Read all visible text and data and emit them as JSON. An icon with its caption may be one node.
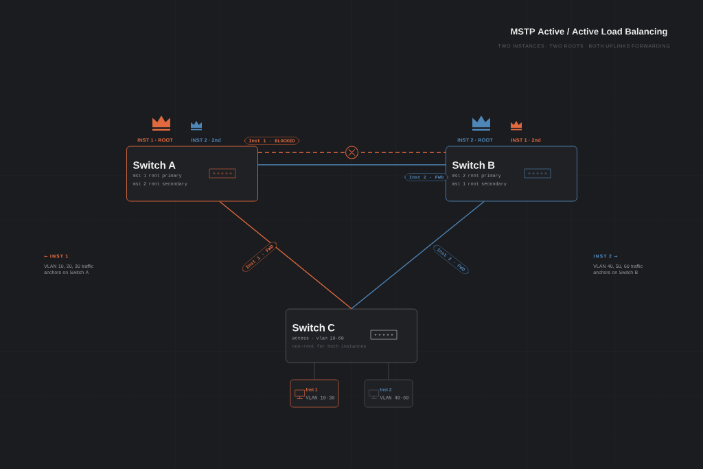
{
  "diagram": {
    "title": "MSTP Active / Active Load Balancing",
    "nodes": [
      {
        "text": [
          "Switch A",
          "mst 1 root primary",
          "mst 2 root secondary"
        ],
        "beside": [
          "INST 1 · ROOT",
          "INST 2 · 2nd"
        ]
      },
      {
        "text": [
          "Switch B",
          "mst 2 root primary",
          "mst 1 root secondary"
        ],
        "beside": [
          "INST 2 · ROOT",
          "INST 1 · 2nd"
        ]
      },
      {
        "text": [
          "Switch C",
          "access · vlan 10-60",
          "non-root for both instances"
        ]
      },
      {
        "text": [
          "Inst 1",
          "VLAN 10-30"
        ]
      },
      {
        "text": [
          "Inst 2",
          "VLAN 40-60"
        ]
      }
    ],
    "edges": [
      {
        "from": 0,
        "to": 1,
        "arrow": "none",
        "label": "Inst 1 · BLOCKED",
        "style": "dashed",
        "color": "#e0693f"
      },
      {
        "from": 0,
        "to": 1,
        "arrow": "none",
        "label": "Inst 2 · FWD",
        "color": "#4f86b8"
      },
      {
        "from": 0,
        "to": 2,
        "arrow": "none",
        "label": "Inst 1 · FWD",
        "color": "#e0693f"
      },
      {
        "from": 1,
        "to": 2,
        "arrow": "none",
        "label": "Inst 2 · FWD",
        "color": "#4f86b8"
      },
      {
        "from": 2,
        "to": 3,
        "arrow": "none",
        "color": "#55575c"
      },
      {
        "from": 2,
        "to": 4,
        "arrow": "none",
        "color": "#55575c"
      }
    ],
    "labels": [
      "TWO INSTANCES · TWO ROOTS · BOTH UPLINKS FORWARDING",
      "← INST 1",
      "VLAN 10, 20, 30 traffic anchors on Switch A",
      "INST 2 →",
      "VLAN 40, 50, 60 traffic anchors on Switch B"
    ]
  }
}
